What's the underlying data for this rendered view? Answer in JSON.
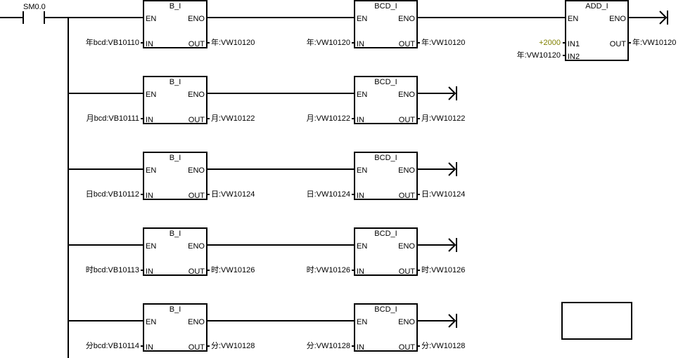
{
  "contact": {
    "label": "SM0.0"
  },
  "constant_color": "#808000",
  "rungs": [
    {
      "b_i": {
        "title": "B_I",
        "en": "EN",
        "eno": "ENO",
        "in": "IN",
        "out": "OUT",
        "in_operand": "年bcd:VB10110",
        "out_operand": "年:VW10120"
      },
      "bcd_i": {
        "title": "BCD_I",
        "en": "EN",
        "eno": "ENO",
        "in": "IN",
        "out": "OUT",
        "in_operand": "年:VW10120",
        "out_operand": "年:VW10120"
      }
    },
    {
      "b_i": {
        "title": "B_I",
        "en": "EN",
        "eno": "ENO",
        "in": "IN",
        "out": "OUT",
        "in_operand": "月bcd:VB10111",
        "out_operand": "月:VW10122"
      },
      "bcd_i": {
        "title": "BCD_I",
        "en": "EN",
        "eno": "ENO",
        "in": "IN",
        "out": "OUT",
        "in_operand": "月:VW10122",
        "out_operand": "月:VW10122"
      }
    },
    {
      "b_i": {
        "title": "B_I",
        "en": "EN",
        "eno": "ENO",
        "in": "IN",
        "out": "OUT",
        "in_operand": "日bcd:VB10112",
        "out_operand": "日:VW10124"
      },
      "bcd_i": {
        "title": "BCD_I",
        "en": "EN",
        "eno": "ENO",
        "in": "IN",
        "out": "OUT",
        "in_operand": "日:VW10124",
        "out_operand": "日:VW10124"
      }
    },
    {
      "b_i": {
        "title": "B_I",
        "en": "EN",
        "eno": "ENO",
        "in": "IN",
        "out": "OUT",
        "in_operand": "时bcd:VB10113",
        "out_operand": "时:VW10126"
      },
      "bcd_i": {
        "title": "BCD_I",
        "en": "EN",
        "eno": "ENO",
        "in": "IN",
        "out": "OUT",
        "in_operand": "时:VW10126",
        "out_operand": "时:VW10126"
      }
    },
    {
      "b_i": {
        "title": "B_I",
        "en": "EN",
        "eno": "ENO",
        "in": "IN",
        "out": "OUT",
        "in_operand": "分bcd:VB10114",
        "out_operand": "分:VW10128"
      },
      "bcd_i": {
        "title": "BCD_I",
        "en": "EN",
        "eno": "ENO",
        "in": "IN",
        "out": "OUT",
        "in_operand": "分:VW10128",
        "out_operand": "分:VW10128"
      }
    }
  ],
  "add_i": {
    "title": "ADD_I",
    "en": "EN",
    "eno": "ENO",
    "in1": "IN1",
    "in2": "IN2",
    "out": "OUT",
    "in1_operand": "+2000",
    "in2_operand": "年:VW10120",
    "out_operand": "年:VW10120"
  }
}
